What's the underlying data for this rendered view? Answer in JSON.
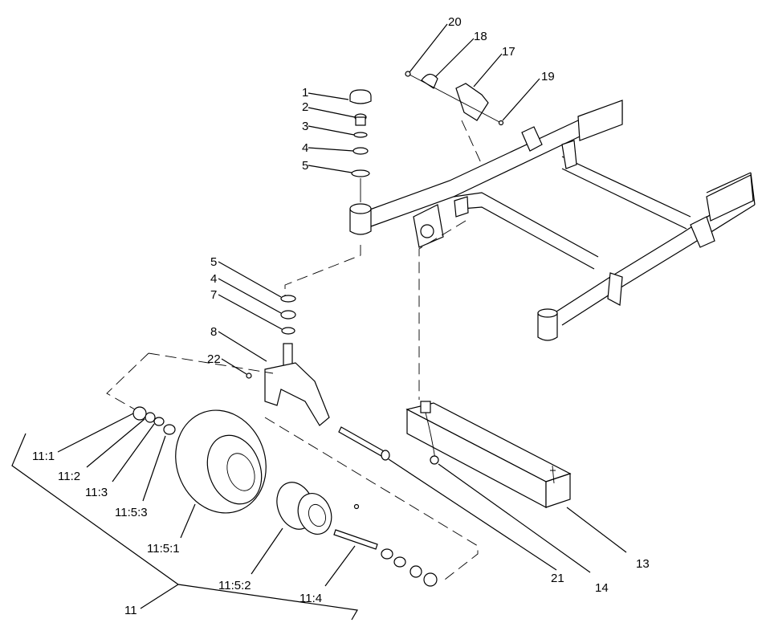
{
  "callouts": [
    {
      "id": "c1",
      "text": "1"
    },
    {
      "id": "c2",
      "text": "2"
    },
    {
      "id": "c3",
      "text": "3"
    },
    {
      "id": "c4a",
      "text": "4"
    },
    {
      "id": "c5a",
      "text": "5"
    },
    {
      "id": "c5b",
      "text": "5"
    },
    {
      "id": "c4b",
      "text": "4"
    },
    {
      "id": "c7",
      "text": "7"
    },
    {
      "id": "c8",
      "text": "8"
    },
    {
      "id": "c22",
      "text": "22"
    },
    {
      "id": "c20",
      "text": "20"
    },
    {
      "id": "c18",
      "text": "18"
    },
    {
      "id": "c17",
      "text": "17"
    },
    {
      "id": "c19",
      "text": "19"
    },
    {
      "id": "c11_1",
      "text": "11:1"
    },
    {
      "id": "c11_2",
      "text": "11:2"
    },
    {
      "id": "c11_3",
      "text": "11:3"
    },
    {
      "id": "c11_5_3",
      "text": "11:5:3"
    },
    {
      "id": "c11_5_1",
      "text": "11:5:1"
    },
    {
      "id": "c11_5_2",
      "text": "11:5:2"
    },
    {
      "id": "c11_4",
      "text": "11:4"
    },
    {
      "id": "c11",
      "text": "11"
    },
    {
      "id": "c21",
      "text": "21"
    },
    {
      "id": "c14",
      "text": "14"
    },
    {
      "id": "c13",
      "text": "13"
    }
  ]
}
